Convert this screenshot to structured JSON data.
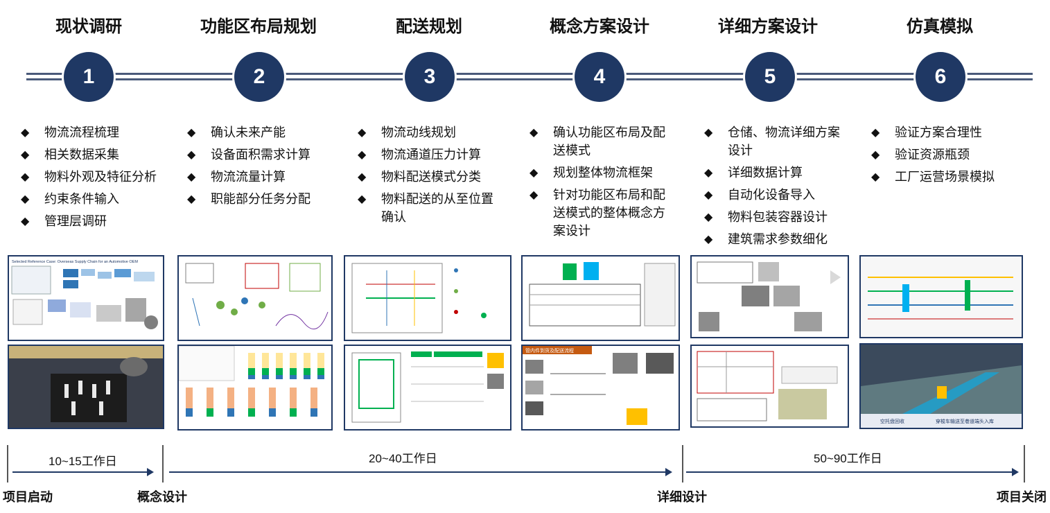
{
  "phases": [
    {
      "title": "现状调研",
      "num": "1",
      "items": [
        "物流流程梳理",
        "相关数据采集",
        "物料外观及特征分析",
        "约束条件输入",
        "管理层调研"
      ]
    },
    {
      "title": "功能区布局规划",
      "num": "2",
      "items": [
        "确认未来产能",
        "设备面积需求计算",
        "物流流量计算",
        "职能部分任务分配"
      ]
    },
    {
      "title": "配送规划",
      "num": "3",
      "items": [
        "物流动线规划",
        "物流通道压力计算",
        "物料配送模式分类",
        "物料配送的从至位置确认"
      ]
    },
    {
      "title": "概念方案设计",
      "num": "4",
      "items": [
        "确认功能区布局及配送模式",
        "规划整体物流框架",
        "针对功能区布局和配送模式的整体概念方案设计"
      ]
    },
    {
      "title": "详细方案设计",
      "num": "5",
      "items": [
        "仓储、物流详细方案设计",
        "详细数据计算",
        "自动化设备导入",
        "物料包装容器设计",
        "建筑需求参数细化"
      ]
    },
    {
      "title": "仿真模拟",
      "num": "6",
      "items": [
        "验证方案合理性",
        "验证资源瓶颈",
        "工厂运营场景模拟"
      ]
    }
  ],
  "bullet_symbol": "◆",
  "durations": [
    "10~15工作日",
    "20~40工作日",
    "50~90工作日"
  ],
  "milestones": [
    "项目启动",
    "概念设计",
    "详细设计",
    "项目关闭"
  ],
  "thumbnails": {
    "t1a": "Selected Reference Case: Overseas Supply Chain for an Automotive OEM",
    "t4b": "管内件到货及配送流程",
    "t6b_left": "空托盘回收",
    "t6b_right": "穿梭车输送至巷道端头入库"
  },
  "colors": {
    "primary": "#1f3864",
    "line": "#4a5a7a"
  }
}
